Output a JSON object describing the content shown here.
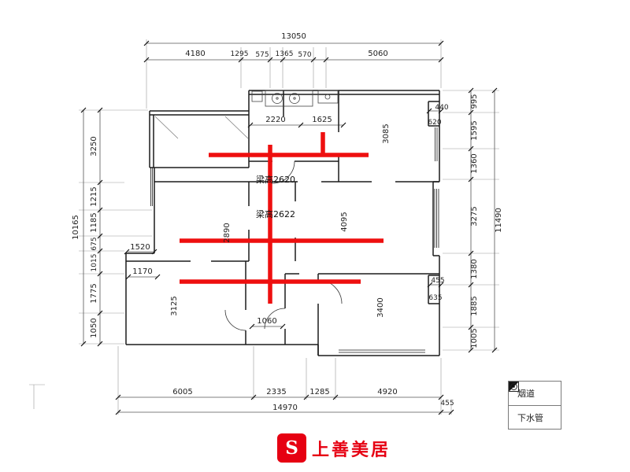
{
  "dimensions": {
    "top": {
      "total": "13050",
      "segments": [
        "4180",
        "1295",
        "575",
        "1365",
        "570",
        "5060"
      ]
    },
    "left": {
      "total": "10165",
      "segments": [
        "3250",
        "1215",
        "1185",
        "675",
        "1015",
        "1775",
        "1050"
      ]
    },
    "right": {
      "total": "11490",
      "segments": [
        "995",
        "1595",
        "1360",
        "3275",
        "1380",
        "1885",
        "1005"
      ]
    },
    "bottom": {
      "total": "14970",
      "segments": [
        "6005",
        "2335",
        "1285",
        "4920"
      ],
      "extra": "455"
    }
  },
  "interior": {
    "d2220": "2220",
    "d1625": "1625",
    "d3085": "3085",
    "d440": "440",
    "d620": "620",
    "beam_upper": "梁高2620",
    "beam_lower": "梁高2622",
    "d2890": "2890",
    "d4095": "4095",
    "d1520": "1520",
    "d1170": "1170",
    "d3125": "3125",
    "d1060": "1060",
    "d3400": "3400",
    "d455": "455",
    "d635": "635"
  },
  "legend": {
    "items": [
      {
        "icon": "flue-icon",
        "label": "烟道"
      },
      {
        "icon": "drain-icon",
        "label": "下水管"
      }
    ]
  },
  "logo": {
    "mark": "S",
    "name": "上善美居"
  },
  "colors": {
    "beam_red": "#ee0f0f",
    "logo_red": "#e60012",
    "line": "#1b1b1b"
  }
}
